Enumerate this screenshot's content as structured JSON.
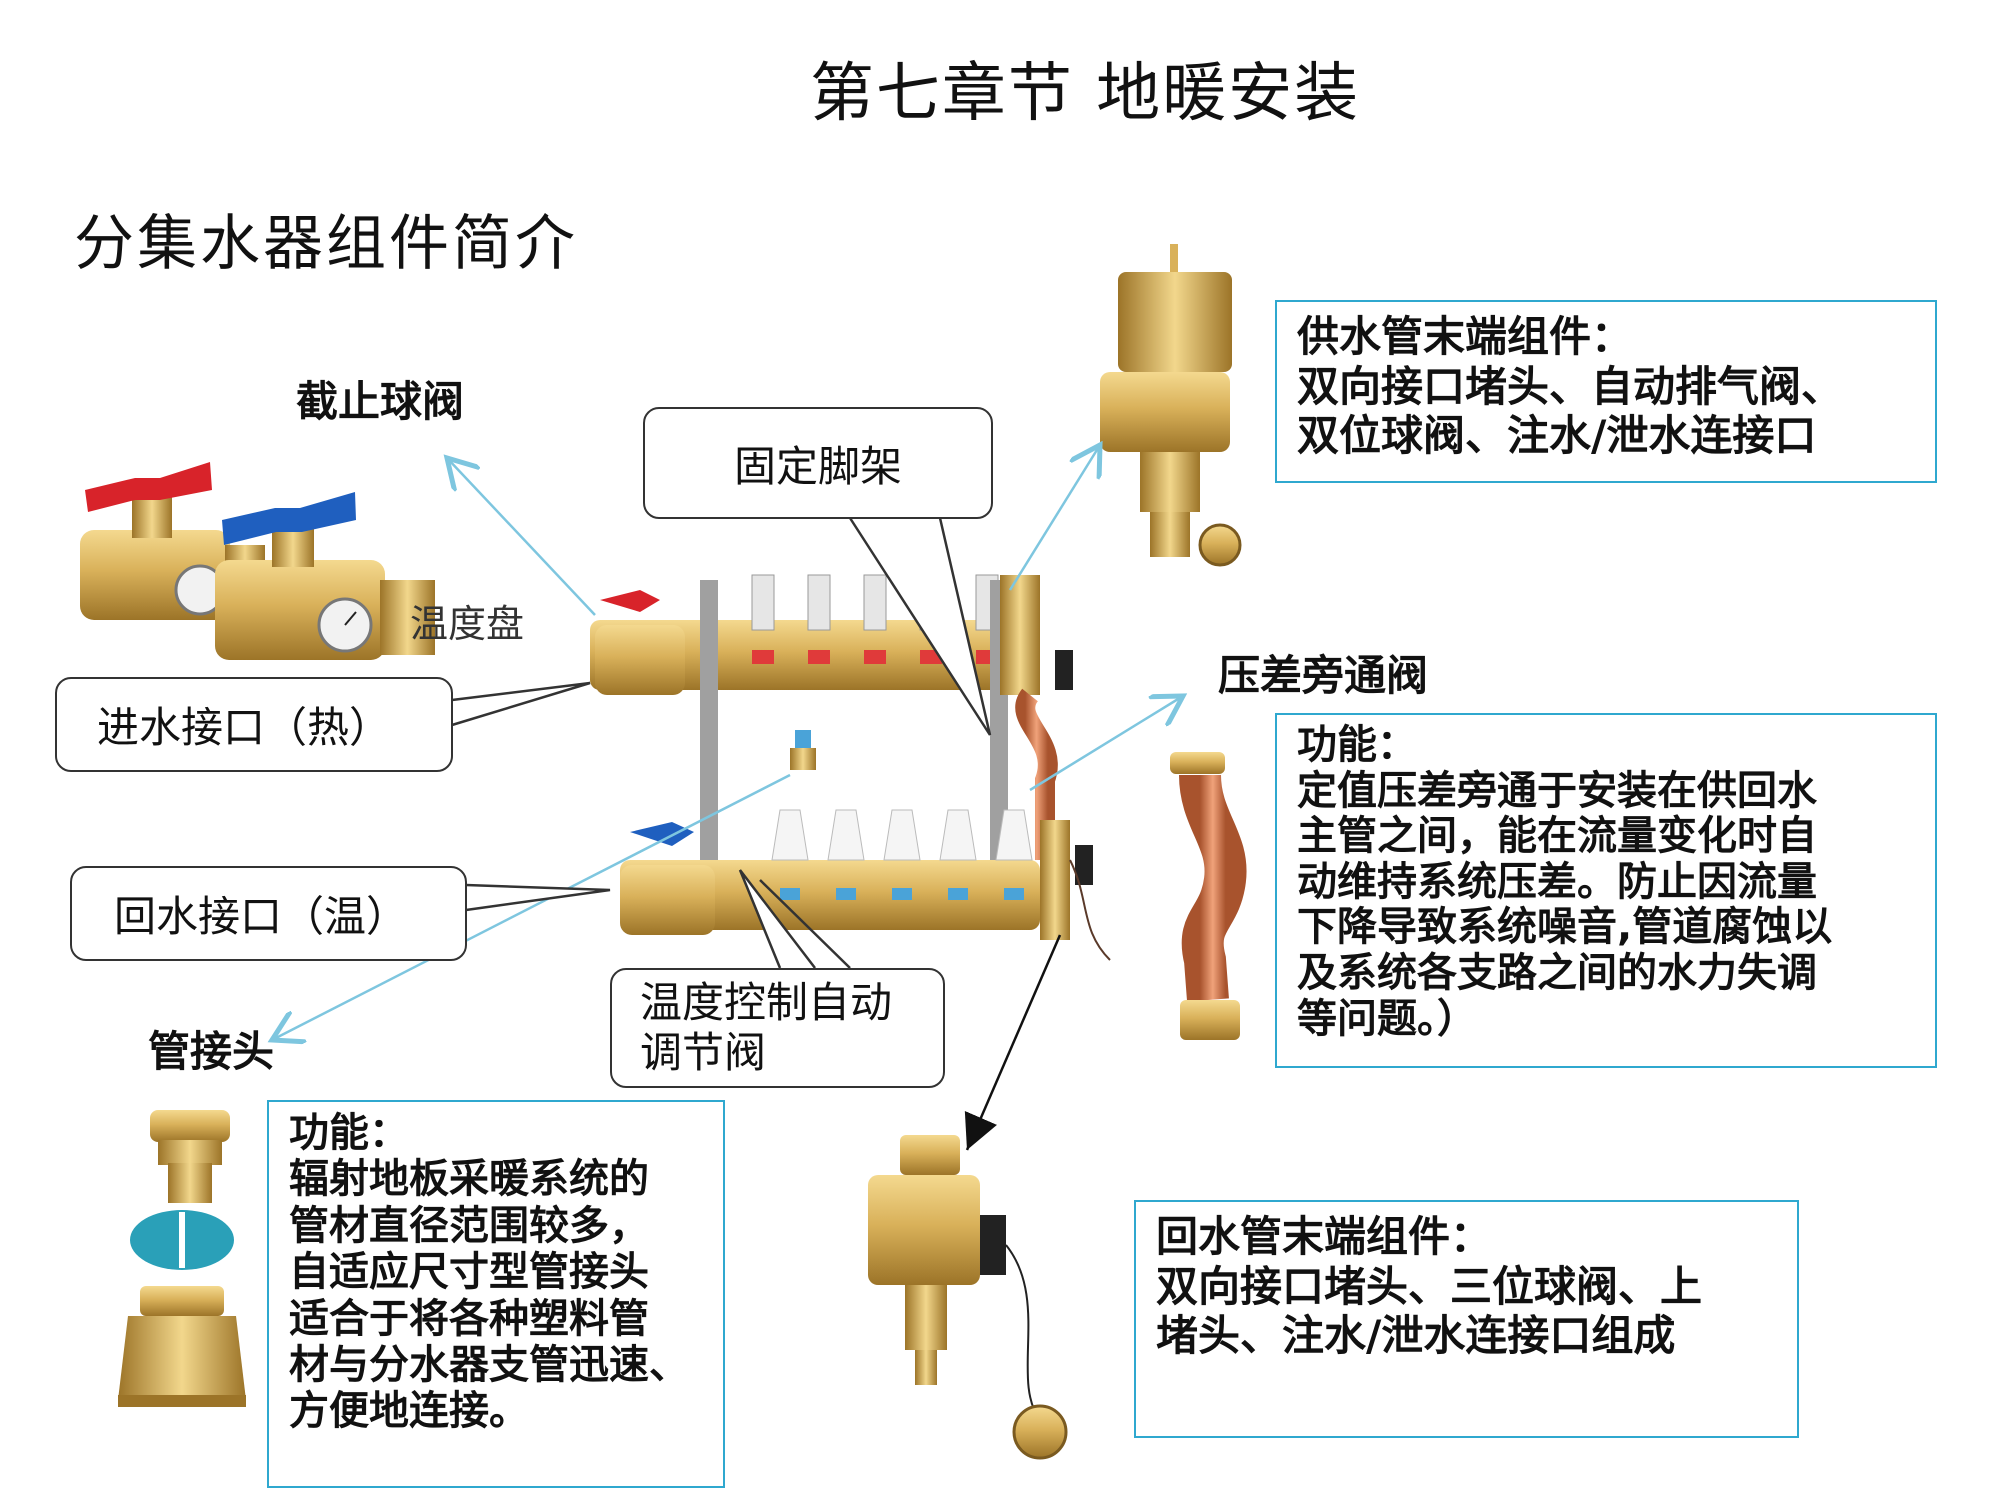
{
  "header": {
    "chapter_title": "第七章节  地暖安装",
    "section_title": "分集水器组件简介"
  },
  "labels": {
    "ball_valve": "截止球阀",
    "thermometer": "温度盘",
    "fixed_bracket": "固定脚架",
    "inlet": "进水接口（热）",
    "return": "回水接口（温）",
    "pipe_fitting": "管接头",
    "thermo_valve_line1": "温度控制自动",
    "thermo_valve_line2": "调节阀",
    "bypass_valve": "压差旁通阀"
  },
  "boxes": {
    "supply_end": {
      "lines": [
        "供水管末端组件：",
        "双向接口堵头、自动排气阀、",
        "双位球阀、注水/泄水连接口"
      ]
    },
    "bypass": {
      "lines": [
        "功能：",
        "定值压差旁通于安装在供回水",
        "主管之间，能在流量变化时自",
        "动维持系统压差。防止因流量",
        "下降导致系统噪音,管道腐蚀以",
        "及系统各支路之间的水力失调",
        "等问题。）"
      ]
    },
    "fitting": {
      "lines": [
        "功能：",
        "辐射地板采暖系统的",
        "管材直径范围较多，",
        "自适应尺寸型管接头",
        "适合于将各种塑料管",
        "材与分水器支管迅速、",
        "方便地连接。"
      ]
    },
    "return_end": {
      "lines": [
        "回水管末端组件：",
        "双向接口堵头、三位球阀、上",
        "堵头、注水/泄水连接口组成"
      ]
    }
  },
  "colors": {
    "brass": "#d9b15a",
    "brass_dark": "#a37a2c",
    "red_handle": "#d8232a",
    "blue_handle": "#1f5fbf",
    "box_border": "#2fa8cf",
    "arrow": "#7ec6df",
    "copper": "#cf7a4e"
  }
}
